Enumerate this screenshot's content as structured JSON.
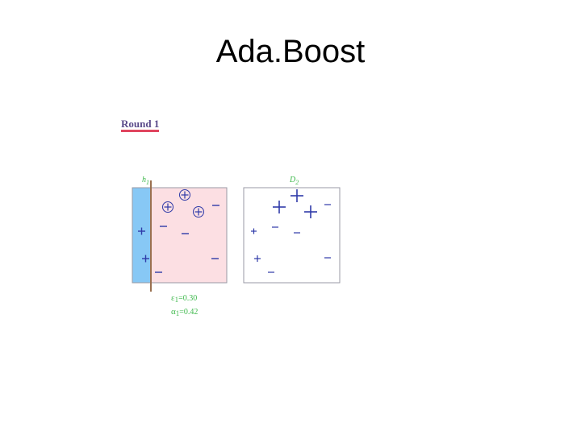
{
  "slide": {
    "title": "Ada.Boost"
  },
  "round": {
    "label": "Round 1"
  },
  "left_panel": {
    "hypothesis_label": "h",
    "hypothesis_sub": "1",
    "error_symbol": "ε",
    "error_sub": "1",
    "error_value": "=0.30",
    "alpha_symbol": "α",
    "alpha_sub": "1",
    "alpha_value": "=0.42"
  },
  "right_panel": {
    "dist_label": "D",
    "dist_sub": "2"
  },
  "colors": {
    "blue_region": "#87c8f5",
    "pink_region": "#fcdfe3",
    "threshold_line": "#9a7050",
    "mark": "#2f3aa8",
    "green_label": "#3cb84a",
    "frame": "#9a9aa4"
  }
}
